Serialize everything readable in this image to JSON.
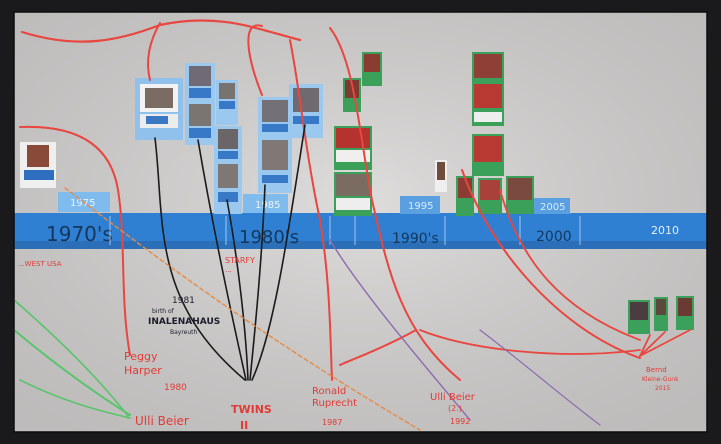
{
  "timeline": {
    "decades": [
      {
        "label": "1970's"
      },
      {
        "label": "1980's"
      },
      {
        "label": "1990's"
      },
      {
        "label": "2000"
      },
      {
        "label": "2010"
      }
    ],
    "year_chips": [
      "1975",
      "1985",
      "1995",
      "2005"
    ]
  },
  "notes": {
    "left_upper": "...WEST USA",
    "birth": [
      "1981",
      "birth of",
      "INALENAHAUS",
      "Bayreuth"
    ],
    "peggy": [
      "Peggy",
      "Harper"
    ],
    "peggy_year": "1980",
    "ulli_left": "Ulli Beier",
    "twins": [
      "TWINS",
      "II"
    ],
    "ronald": [
      "Ronald",
      "Ruprecht"
    ],
    "ronald_year": "1987",
    "ulli_mid": [
      "Ulli Beier",
      "(2.)"
    ],
    "ulli_mid_year": "1992",
    "bernd": [
      "Bernd",
      "Kleine-Gunk",
      "2015"
    ],
    "red_under_1980s": [
      "STARFY",
      "..."
    ]
  },
  "colors": {
    "board": "#d8d6d5",
    "timeline_blue": "#2f7fd0",
    "light_blue": "#8ec3ee",
    "red_string": "#e8423b",
    "black_string": "#1c1c1c",
    "green_string": "#58c46b",
    "purple_string": "#8c6ab0",
    "orange_string": "#e88a43",
    "green_mount": "#3aa05a"
  }
}
